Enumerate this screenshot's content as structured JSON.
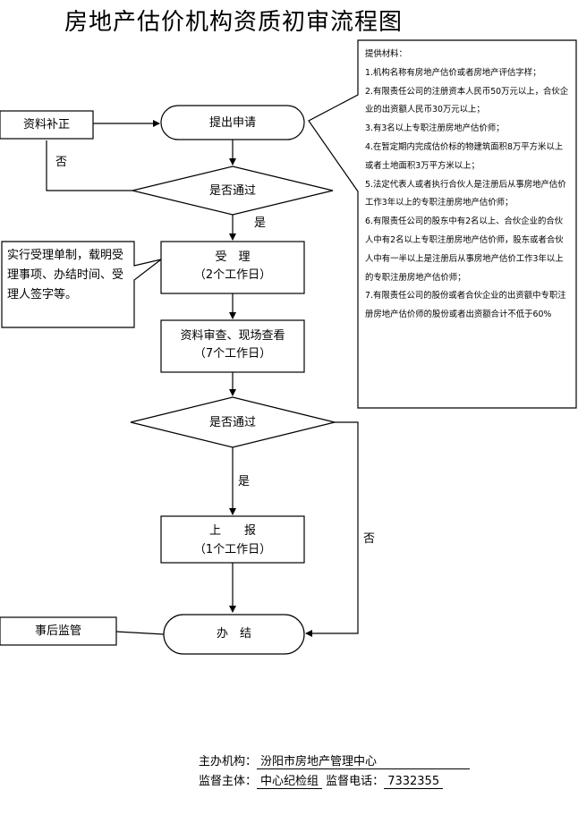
{
  "title": "房地产估价机构资质初审流程图",
  "nodes": {
    "submit": "提出申请",
    "supplement": "资料补正",
    "decision1": "是否通过",
    "accept_title": "受　理",
    "accept_days": "（2个工作日）",
    "review_title": "资料审查、现场查看",
    "review_days": "（7个工作日）",
    "decision2": "是否通过",
    "report_title": "上　　报",
    "report_days": "（1个工作日）",
    "finish": "办　结",
    "supervise": "事后监管"
  },
  "edge_labels": {
    "d1_no": "否",
    "d1_yes": "是",
    "d2_yes": "是",
    "d2_no": "否"
  },
  "accept_note": "实行受理单制，载明受理事项、办结时间、受理人签字等。",
  "requirements": {
    "heading": "提供材料：",
    "items": [
      "1.机构名称有房地产估价或者房地产评估字样；",
      "2.有限责任公司的注册资本人民币50万元以上，合伙企业的出资额人民币30万元以上；",
      "3.有3名以上专职注册房地产估价师；",
      "4.在暂定期内完成估价标的物建筑面积8万平方米以上或者土地面积3万平方米以上；",
      "5.法定代表人或者执行合伙人是注册后从事房地产估价工作3年以上的专职注册房地产估价师；",
      "6.有限责任公司的股东中有2名以上、合伙企业的合伙人中有2名以上专职注册房地产估价师，股东或者合伙人中有一半以上是注册后从事房地产估价工作3年以上的专职注册房地产估价师；",
      "7.有限责任公司的股份或者合伙企业的出资额中专职注册房地产估价师的股份或者出资额合计不低于60%"
    ]
  },
  "footer": {
    "host_label": "主办机构：",
    "host_value": "汾阳市房地产管理中心",
    "sup_label": "监督主体：",
    "sup_value": "中心纪检组",
    "phone_label": "监督电话：",
    "phone_value": "7332355"
  }
}
